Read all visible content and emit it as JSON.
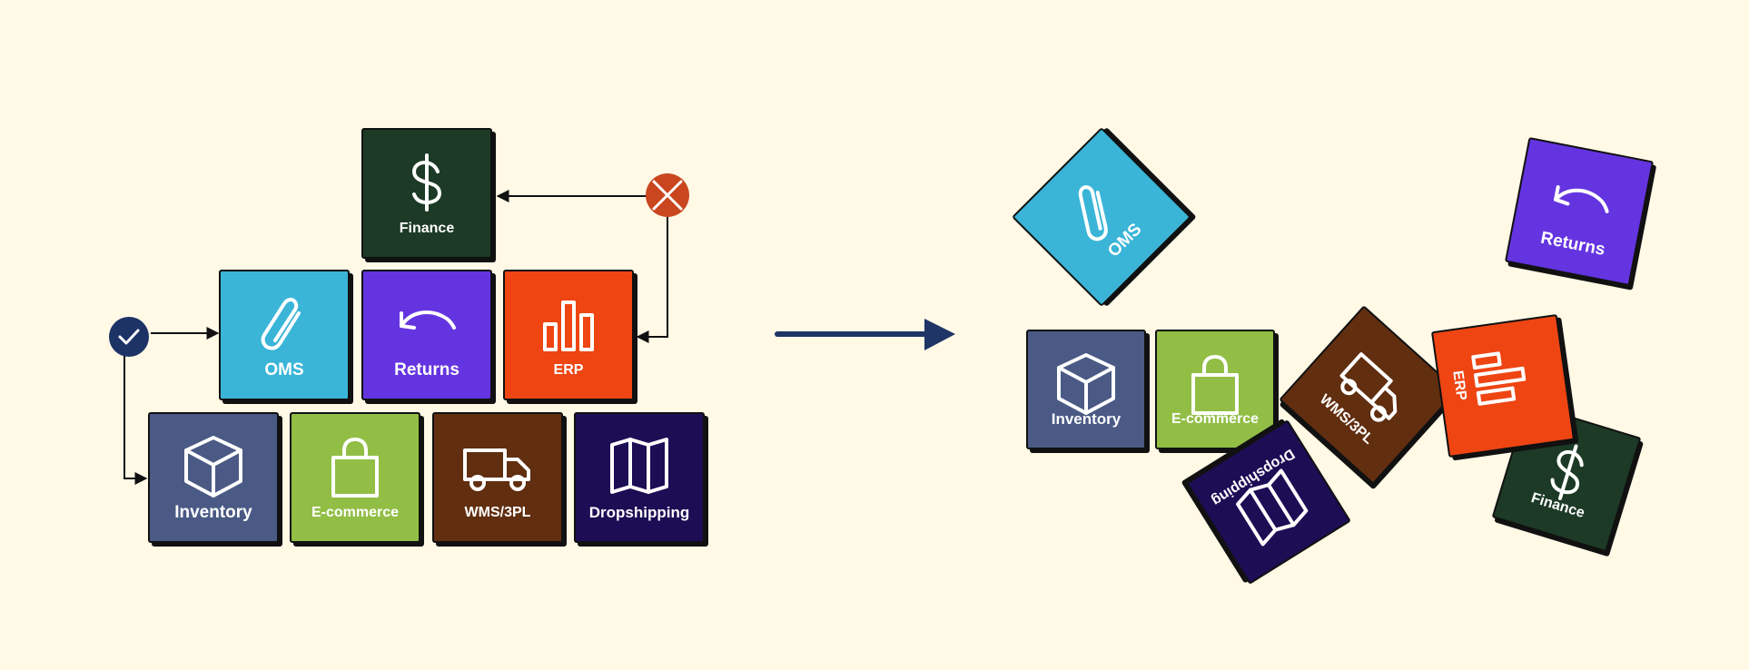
{
  "diagram": {
    "before": {
      "blocks": {
        "finance": {
          "label": "Finance",
          "icon": "dollar-icon",
          "color": "#1c3a25"
        },
        "oms": {
          "label": "OMS",
          "icon": "paperclip-icon",
          "color": "#3ab5d8"
        },
        "returns": {
          "label": "Returns",
          "icon": "return-arrow-icon",
          "color": "#6434e0"
        },
        "erp": {
          "label": "ERP",
          "icon": "bar-chart-icon",
          "color": "#ee4513"
        },
        "inventory": {
          "label": "Inventory",
          "icon": "box-icon",
          "color": "#4a5a85"
        },
        "ecommerce": {
          "label": "E-commerce",
          "icon": "shopping-bag-icon",
          "color": "#92be46"
        },
        "wms": {
          "label": "WMS/3PL",
          "icon": "truck-icon",
          "color": "#612e10"
        },
        "dropshipping": {
          "label": "Dropshipping",
          "icon": "map-icon",
          "color": "#1c0d55"
        }
      },
      "status": {
        "check": {
          "icon": "check-icon",
          "color": "#1d3366"
        },
        "error": {
          "icon": "x-icon",
          "color": "#c9461f"
        }
      }
    },
    "arrow": {
      "icon": "right-arrow-icon",
      "color": "#1e3566"
    },
    "after": {
      "blocks": {
        "oms": {
          "label": "OMS",
          "icon": "paperclip-icon",
          "color": "#3ab5d8"
        },
        "returns": {
          "label": "Returns",
          "icon": "return-arrow-icon",
          "color": "#6434e0"
        },
        "inventory": {
          "label": "Inventory",
          "icon": "box-icon",
          "color": "#4a5a85"
        },
        "ecommerce": {
          "label": "E-commerce",
          "icon": "shopping-bag-icon",
          "color": "#92be46"
        },
        "wms": {
          "label": "WMS/3PL",
          "icon": "truck-icon",
          "color": "#612e10"
        },
        "erp": {
          "label": "ERP",
          "icon": "bar-chart-icon",
          "color": "#ee4513"
        },
        "finance": {
          "label": "Finance",
          "icon": "dollar-icon",
          "color": "#1c3a25"
        },
        "dropshipping": {
          "label": "Dropshipping",
          "icon": "map-icon",
          "color": "#1c0d55"
        }
      }
    }
  }
}
